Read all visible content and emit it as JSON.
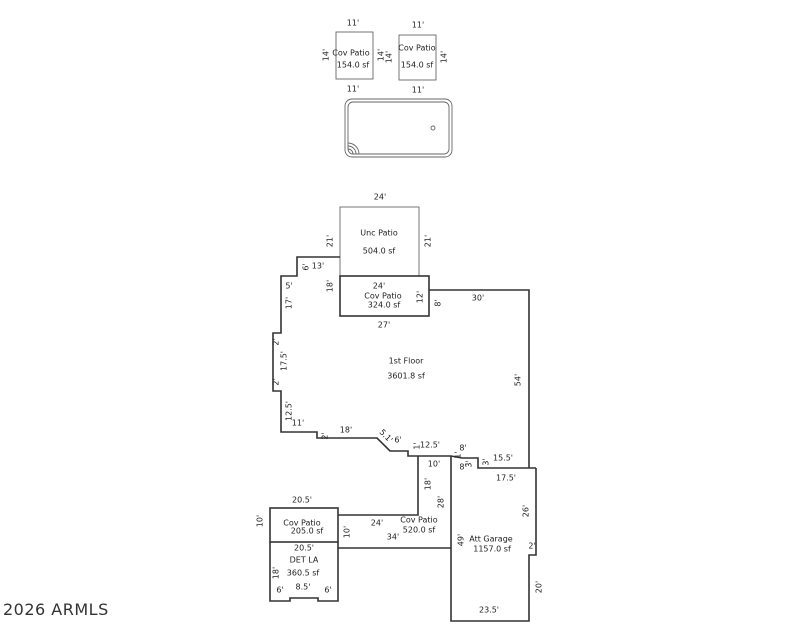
{
  "watermark": "2026 ARMLS",
  "top_patio_left": {
    "top": "11'",
    "left": "14'",
    "name": "Cov Patio",
    "area": "154.0 sf",
    "bottom": "11'",
    "right": "14'"
  },
  "top_patio_right": {
    "top": "11'",
    "left": "14'",
    "name": "Cov Patio",
    "area": "154.0 sf",
    "bottom": "11'",
    "right": "14'"
  },
  "pool": {
    "icon": "pool-icon"
  },
  "unc_patio": {
    "top": "24'",
    "left": "21'",
    "right": "21'",
    "name": "Unc Patio",
    "area": "504.0 sf"
  },
  "cov_patio_rear": {
    "top": "24'",
    "left": "18'",
    "right": "12'",
    "name": "Cov Patio",
    "area": "324.0 sf",
    "bottom": "27'"
  },
  "first_floor": {
    "name": "1st Floor",
    "area": "3601.8 sf",
    "dims": [
      "6'",
      "13'",
      "5'",
      "17'",
      "2'",
      "17.5'",
      "2'",
      "12.5'",
      "11'",
      "2'",
      "18'",
      "5.1'",
      "6'",
      "1'",
      "12.5'",
      "8'",
      "1'",
      "15.5'",
      "8'",
      "3'",
      "10'",
      "8'",
      "30'",
      "54'",
      "3'"
    ]
  },
  "att_garage": {
    "name": "Att Garage",
    "area": "1157.0 sf",
    "dims": [
      "17.5'",
      "26'",
      "2'",
      "20'",
      "23.5'",
      "49'",
      "28'"
    ]
  },
  "cov_patio_front": {
    "name": "Cov Patio",
    "area": "520.0 sf",
    "dims": [
      "18'",
      "24'",
      "34'",
      "10'"
    ]
  },
  "cov_patio_side": {
    "name": "Cov Patio",
    "area": "205.0 sf",
    "top": "20.5'",
    "left": "10'"
  },
  "det_la": {
    "name": "DET LA",
    "area": "360.5 sf",
    "top": "20.5'",
    "left": "18'",
    "dims": [
      "6'",
      "8.5'",
      "6'"
    ]
  }
}
